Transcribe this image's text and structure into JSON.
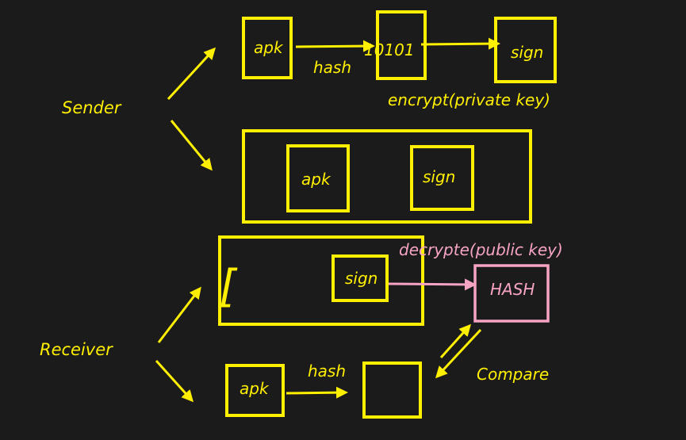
{
  "colors": {
    "background": "#1b1b1b",
    "primary": "#ffef00",
    "accent": "#f6a3c4"
  },
  "sender": {
    "label": "Sender",
    "step1": {
      "apk_label": "apk",
      "hash_label": "hash",
      "digest_label": "10101",
      "sign_label": "sign",
      "encrypt_label": "encrypt(private key)"
    },
    "package": {
      "apk_label": "apk",
      "sign_label": "sign"
    }
  },
  "receiver": {
    "label": "Receiver",
    "package": {
      "bracket": "[",
      "sign_label": "sign"
    },
    "decrypt_label": "decrypte(public key)",
    "hash_box_label": "HASH",
    "compare_label": "Compare",
    "step2": {
      "apk_label": "apk",
      "hash_label": "hash",
      "result_label": ""
    }
  }
}
